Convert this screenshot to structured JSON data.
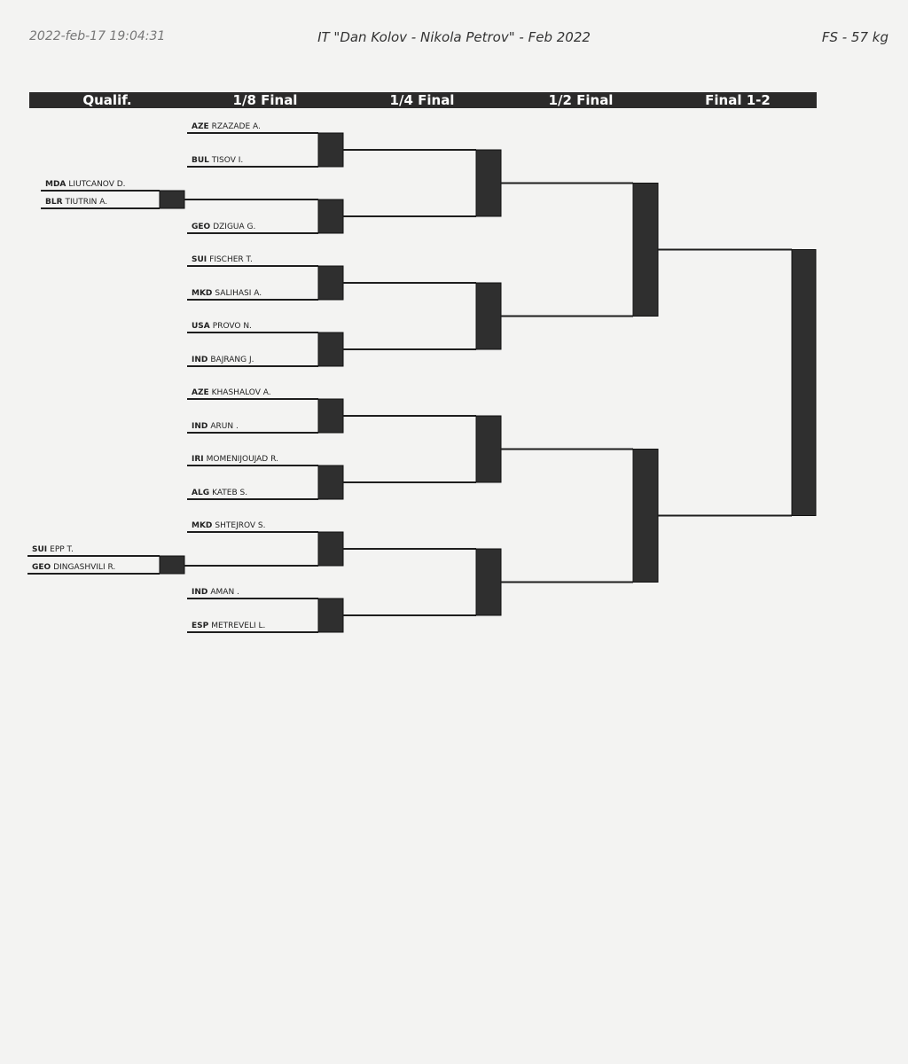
{
  "header": {
    "timestamp": "2022-feb-17 19:04:31",
    "title": "IT \"Dan Kolov - Nikola Petrov\" - Feb 2022",
    "category": "FS - 57 kg"
  },
  "rounds": [
    "Qualif.",
    "1/8 Final",
    "1/4 Final",
    "1/2 Final",
    "Final 1-2"
  ],
  "qualification": [
    [
      {
        "country": "MDA",
        "name": "LIUTCANOV D."
      },
      {
        "country": "BLR",
        "name": "TIUTRIN A."
      }
    ],
    [
      {
        "country": "SUI",
        "name": "EPP T."
      },
      {
        "country": "GEO",
        "name": "DINGASHVILI R."
      }
    ]
  ],
  "eighth_final": [
    [
      {
        "country": "AZE",
        "name": "RZAZADE A."
      },
      {
        "country": "BUL",
        "name": "TISOV I."
      }
    ],
    [
      {
        "country": "",
        "name": ""
      },
      {
        "country": "GEO",
        "name": "DZIGUA G."
      }
    ],
    [
      {
        "country": "SUI",
        "name": "FISCHER T."
      },
      {
        "country": "MKD",
        "name": "SALIHASI A."
      }
    ],
    [
      {
        "country": "USA",
        "name": "PROVO N."
      },
      {
        "country": "IND",
        "name": "BAJRANG J."
      }
    ],
    [
      {
        "country": "AZE",
        "name": "KHASHALOV A."
      },
      {
        "country": "IND",
        "name": "ARUN ."
      }
    ],
    [
      {
        "country": "IRI",
        "name": "MOMENIJOUJAD R."
      },
      {
        "country": "ALG",
        "name": "KATEB S."
      }
    ],
    [
      {
        "country": "MKD",
        "name": "SHTEJROV S."
      },
      {
        "country": "",
        "name": ""
      }
    ],
    [
      {
        "country": "IND",
        "name": "AMAN ."
      },
      {
        "country": "ESP",
        "name": "METREVELI L."
      }
    ]
  ]
}
